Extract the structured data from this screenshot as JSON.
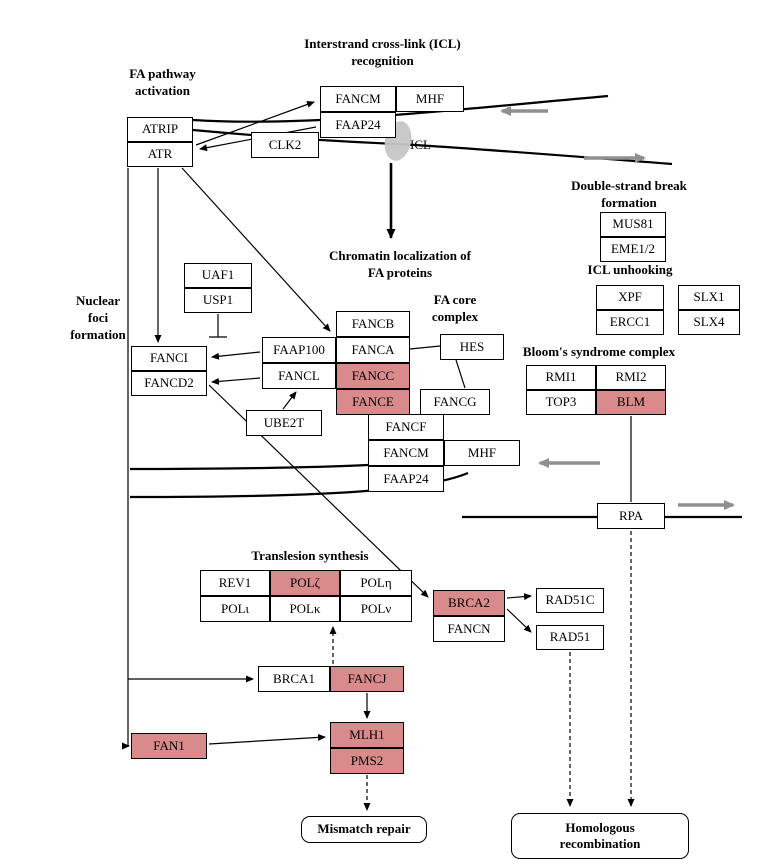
{
  "headers": {
    "icl_recognition": "Interstrand cross-link (ICL)\nrecognition",
    "fa_pathway_activation": "FA pathway\nactivation",
    "dsb_formation": "Double-strand break\nformation",
    "icl_unhooking": "ICL unhooking",
    "chromatin_localization": "Chromatin localization of\nFA proteins",
    "fa_core_complex": "FA core\ncomplex",
    "blooms_complex": "Bloom's syndrome complex",
    "nuclear_foci": "Nuclear\nfoci\nformation",
    "translesion_synthesis": "Translesion synthesis",
    "icl_label": "ICL"
  },
  "nodes": {
    "fancm_top": "FANCM",
    "mhf_top": "MHF",
    "faap24_top": "FAAP24",
    "atrip": "ATRIP",
    "atr": "ATR",
    "clk2": "CLK2",
    "mus81": "MUS81",
    "eme12": "EME1/2",
    "xpf": "XPF",
    "ercc1": "ERCC1",
    "slx1": "SLX1",
    "slx4": "SLX4",
    "uaf1": "UAF1",
    "usp1": "USP1",
    "fancb": "FANCB",
    "faap100": "FAAP100",
    "fanca": "FANCA",
    "hes": "HES",
    "fancl": "FANCL",
    "fancc": "FANCC",
    "fance": "FANCE",
    "fancg": "FANCG",
    "fanci": "FANCI",
    "fancd2": "FANCD2",
    "ube2t": "UBE2T",
    "fancf": "FANCF",
    "fancm_mid": "FANCM",
    "mhf_mid": "MHF",
    "faap24_mid": "FAAP24",
    "rmi1": "RMI1",
    "rmi2": "RMI2",
    "top3": "TOP3",
    "blm": "BLM",
    "rpa": "RPA",
    "rev1": "REV1",
    "polz": "POLζ",
    "polh": "POLη",
    "poli": "POLι",
    "polk": "POLκ",
    "poln": "POLν",
    "brca2": "BRCA2",
    "fancn": "FANCN",
    "rad51c": "RAD51C",
    "rad51": "RAD51",
    "brca1": "BRCA1",
    "fancj": "FANCJ",
    "fan1": "FAN1",
    "mlh1": "MLH1",
    "pms2": "PMS2",
    "mismatch_repair": "Mismatch repair",
    "homologous_recombination": "Homologous\nrecombination"
  },
  "colors": {
    "highlight_box": "#d98b8b",
    "box_border": "#000000",
    "dna_strand": "#000000",
    "gray_arrow": "#8f8f8f",
    "icl_oval": "#c6c6c6",
    "background": "#ffffff"
  }
}
